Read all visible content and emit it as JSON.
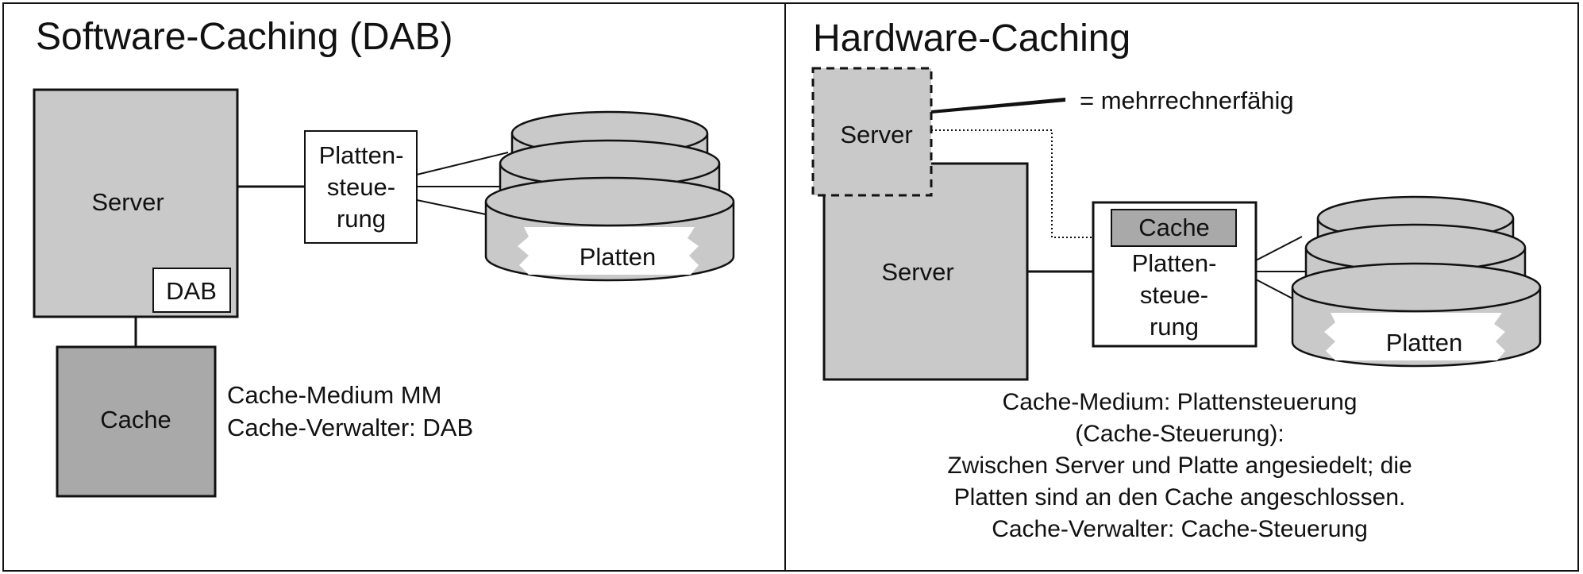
{
  "left": {
    "title": "Software-Caching (DAB)",
    "server": "Server",
    "dab": "DAB",
    "cache": "Cache",
    "controller_lines": [
      "Platten-",
      "steue-",
      "rung"
    ],
    "disks": "Platten",
    "description": [
      "Cache-Medium MM",
      "Cache-Verwalter: DAB"
    ]
  },
  "right": {
    "title": "Hardware-Caching",
    "server_dashed": "Server",
    "legend": "= mehrrechnerfähig",
    "server": "Server",
    "cache": "Cache",
    "controller_lines": [
      "Platten-",
      "steue-",
      "rung"
    ],
    "disks": "Platten",
    "description": [
      "Cache-Medium: Plattensteuerung",
      "(Cache-Steuerung):",
      "Zwischen Server und Platte angesiedelt; die",
      "Platten sind an den Cache angeschlossen.",
      "Cache-Verwalter: Cache-Steuerung"
    ]
  },
  "colors": {
    "box_gray": "#c9c9c9",
    "cache_dark": "#a9a9a9",
    "line": "#111111",
    "background": "#ffffff"
  }
}
